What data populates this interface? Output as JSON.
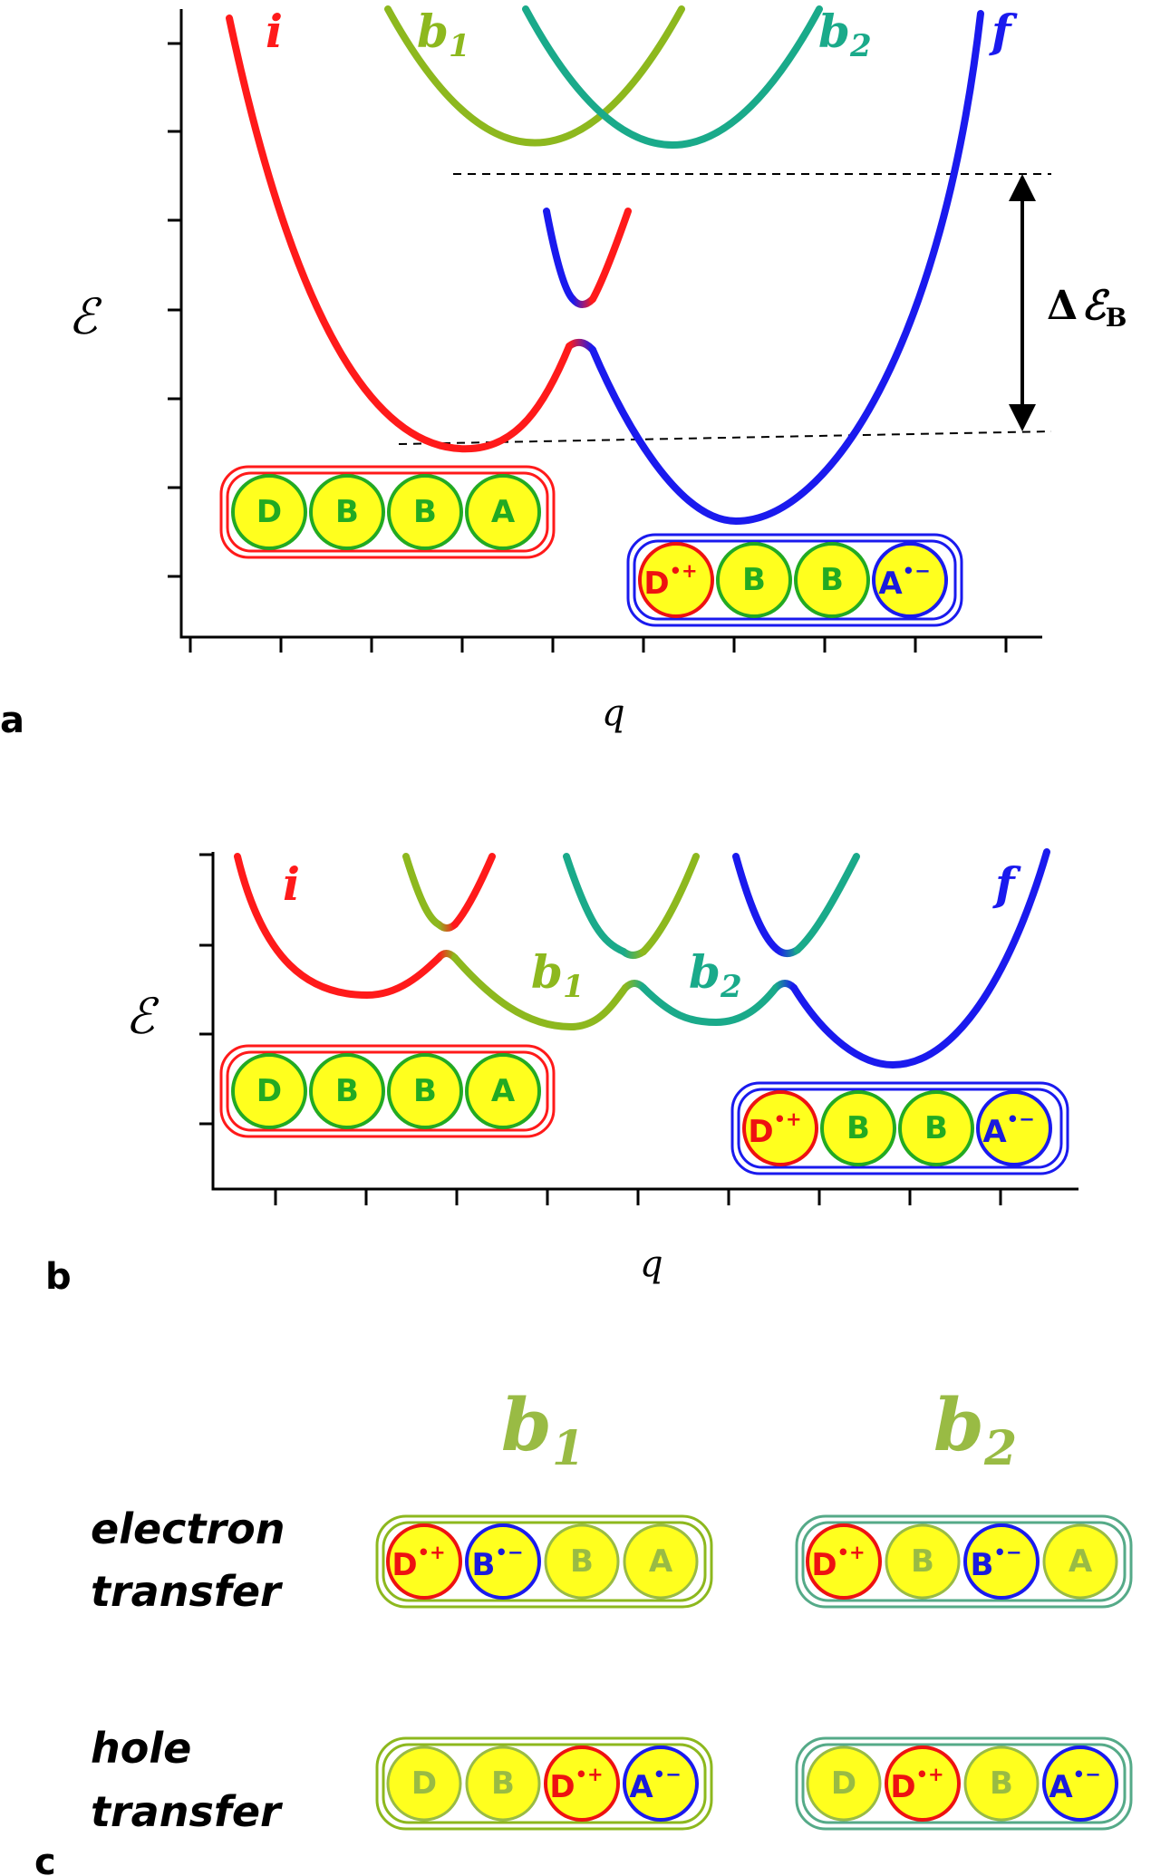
{
  "panel_a": {
    "letter": "a",
    "axis_x_label": "q",
    "axis_y_label": "ℰ",
    "curve_labels": {
      "i": "i",
      "b1_base": "b",
      "b1_sub": "1",
      "b2_base": "b",
      "b2_sub": "2",
      "f": "f"
    },
    "barrier_label_delta": "Δ",
    "barrier_label_E": "ℰ",
    "barrier_label_sub": "B",
    "initial_chain": [
      "D",
      "B",
      "B",
      "A"
    ],
    "final_chain": [
      "D",
      "B",
      "B",
      "A"
    ],
    "final_donor_sup": "•+",
    "final_acceptor_sup": "•−"
  },
  "panel_b": {
    "letter": "b",
    "axis_x_label": "q",
    "axis_y_label": "ℰ",
    "curve_labels": {
      "i": "i",
      "b1_base": "b",
      "b1_sub": "1",
      "b2_base": "b",
      "b2_sub": "2",
      "f": "f"
    },
    "initial_chain": [
      "D",
      "B",
      "B",
      "A"
    ],
    "final_chain": [
      "D",
      "B",
      "B",
      "A"
    ],
    "final_donor_sup": "•+",
    "final_acceptor_sup": "•−"
  },
  "panel_c": {
    "letter": "c",
    "col1_base": "b",
    "col1_sub": "1",
    "col2_base": "b",
    "col2_sub": "2",
    "row1_line1": "electron",
    "row1_line2": "transfer",
    "row2_line1": "hole",
    "row2_line2": "transfer",
    "et_b1": [
      "D",
      "B",
      "B",
      "A"
    ],
    "et_b2": [
      "D",
      "B",
      "B",
      "A"
    ],
    "ht_b1": [
      "D",
      "B",
      "D",
      "A"
    ],
    "ht_b2": [
      "D",
      "D",
      "B",
      "A"
    ],
    "sup_plus": "•+",
    "sup_minus": "•−"
  },
  "colors": {
    "i_red": "#ff1a1a",
    "b1_olive": "#8db81e",
    "b2_teal": "#1aaa8a",
    "f_blue": "#1a1aee",
    "green_ring": "#22aa22",
    "yellow_fill": "#ffff1e",
    "text_green": "#22aa22",
    "text_red": "#ee1111",
    "text_blue": "#1a1add",
    "faint_green": "#99bb44"
  }
}
